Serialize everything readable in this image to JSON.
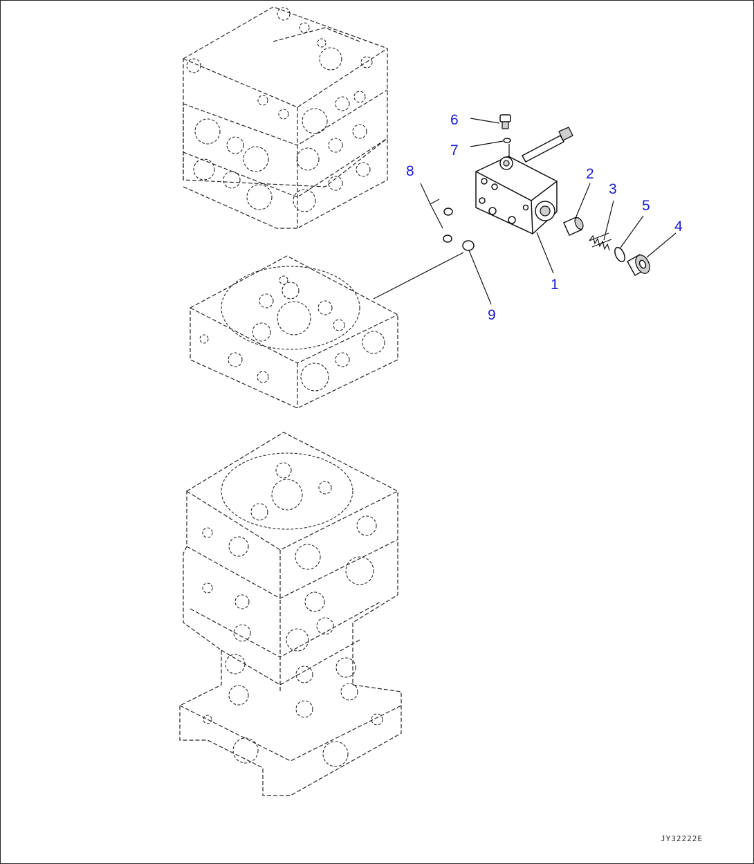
{
  "diagram": {
    "callouts": [
      "1",
      "2",
      "3",
      "4",
      "5",
      "6",
      "7",
      "8",
      "9"
    ],
    "drawing_code": "JY32222E"
  },
  "colors": {
    "callout": "#1a1ad6",
    "line": "#111111",
    "background": "#ffffff"
  }
}
